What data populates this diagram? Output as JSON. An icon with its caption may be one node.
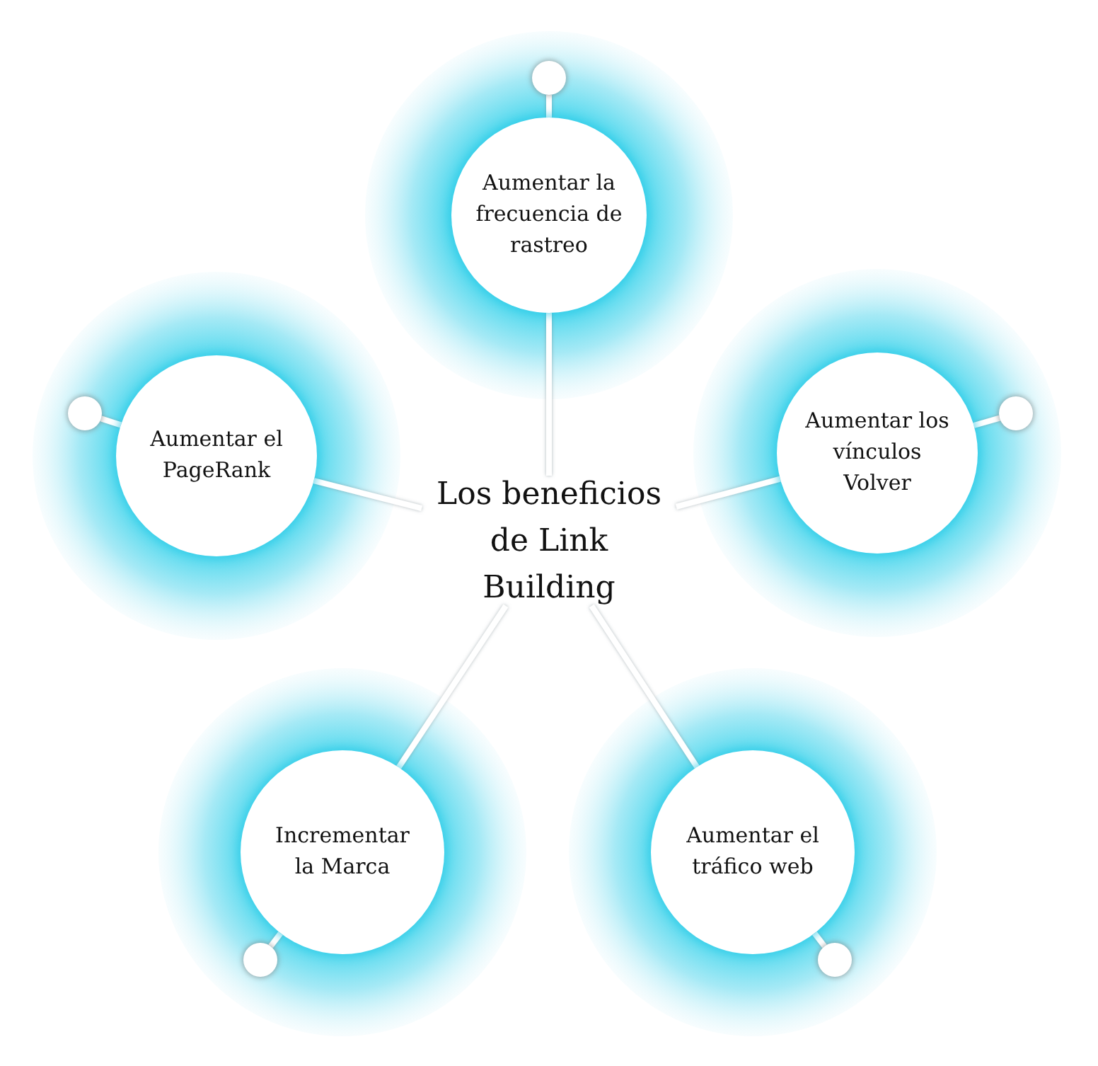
{
  "diagram": {
    "nodes": [
      {
        "text": [
          "Aumentar la frecuencia de rastreo"
        ]
      },
      {
        "text": [
          "Aumentar el PageRank"
        ]
      },
      {
        "text": [
          "Los beneficios de Link Building"
        ]
      },
      {
        "text": [
          "Aumentar los vínculos Volver"
        ]
      },
      {
        "text": [
          "Incrementar la Marca"
        ]
      },
      {
        "text": [
          "Aumentar el tráfico web"
        ]
      },
      {
        "text": [],
        "shape": "circle"
      },
      {
        "text": [],
        "shape": "circle"
      },
      {
        "text": [],
        "shape": "circle"
      },
      {
        "text": [],
        "shape": "circle"
      },
      {
        "text": [],
        "shape": "circle"
      }
    ],
    "edges": [
      {
        "from": 2,
        "to": 0,
        "arrow": "none"
      },
      {
        "from": 2,
        "to": 1,
        "arrow": "none"
      },
      {
        "from": 2,
        "to": 3,
        "arrow": "none"
      },
      {
        "from": 2,
        "to": 4,
        "arrow": "none"
      },
      {
        "from": 2,
        "to": 5,
        "arrow": "none"
      },
      {
        "from": 0,
        "to": 6,
        "arrow": "none"
      },
      {
        "from": 1,
        "to": 7,
        "arrow": "none"
      },
      {
        "from": 3,
        "to": 8,
        "arrow": "none"
      },
      {
        "from": 4,
        "to": 9,
        "arrow": "none"
      },
      {
        "from": 5,
        "to": 10,
        "arrow": "none"
      }
    ]
  }
}
